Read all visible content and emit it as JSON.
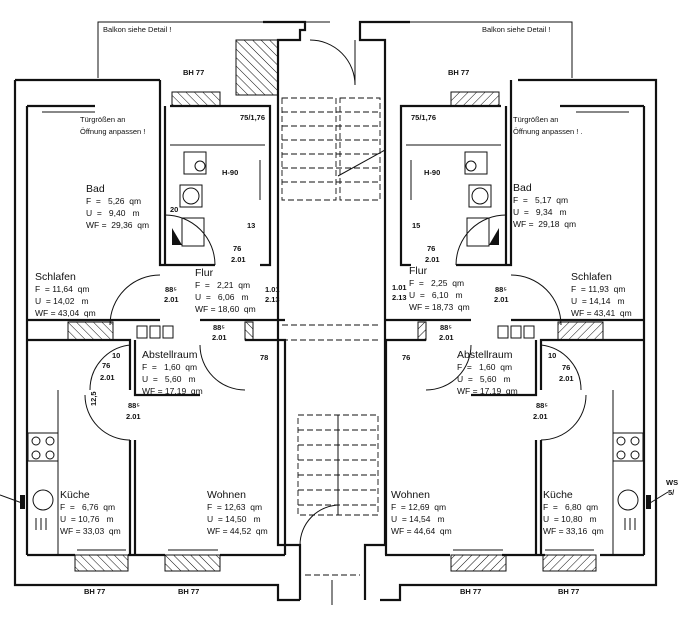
{
  "notes": {
    "balcony_left": "Balkon siehe Detail !",
    "balcony_right": "Balkon siehe Detail !",
    "door_note_left_1": "Türgrößen an",
    "door_note_left_2": "Öffnung anpassen !",
    "door_note_right_1": "Türgrößen an",
    "door_note_right_2": "Öffnung anpassen ! .",
    "ws": "WS",
    "ws_sub": "5/"
  },
  "parapets": {
    "top_left": "BH 77",
    "top_right": "BH 77",
    "bottom_1": "BH 77",
    "bottom_2": "BH 77",
    "bottom_3": "BH 77",
    "bottom_4": "BH 77"
  },
  "left_unit": {
    "bad": {
      "name": "Bad",
      "f": "F  =   5,26  qm",
      "u": "U  =   9,40   m",
      "wf": "WF =  29,36  qm"
    },
    "schlafen": {
      "name": "Schlafen",
      "f": "F  = 11,64  qm",
      "u": "U  = 14,02   m",
      "wf": "WF = 43,04  qm"
    },
    "flur": {
      "name": "Flur",
      "f": "F  =   2,21  qm",
      "u": "U  =   6,06   m",
      "wf": "WF = 18,60  qm"
    },
    "abstellraum": {
      "name": "Abstellraum",
      "f": "F  =   1,60  qm",
      "u": "U  =   5,60   m",
      "wf": "WF = 17,19  qm"
    },
    "kueche": {
      "name": "Küche",
      "f": "F  =   6,76  qm",
      "u": "U  = 10,76   m",
      "wf": "WF = 33,03  qm"
    },
    "wohnen": {
      "name": "Wohnen",
      "f": "F  = 12,63  qm",
      "u": "U  = 14,50   m",
      "wf": "WF = 44,52  qm"
    },
    "dims": {
      "window_bad": "75/1,76",
      "h90": "H-90",
      "d20": "20",
      "d13": "13",
      "door_bad_w": "76",
      "door_bad_h": "2.01",
      "door_schlafen_w": "88⁵",
      "door_schlafen_h": "2.01",
      "door_entry_w": "1.01",
      "door_entry_h": "2.13",
      "door_wohnen_w": "88⁵",
      "door_wohnen_h": "2.01",
      "d78": "78",
      "d10": "10",
      "door_abst_w": "76",
      "door_abst_h": "2.01",
      "d125": "12,5",
      "door_kueche_w": "88⁵",
      "door_kueche_h": "2.01"
    }
  },
  "right_unit": {
    "bad": {
      "name": "Bad",
      "f": "F  =   5,17  qm",
      "u": "U  =   9,34   m",
      "wf": "WF =  29,18  qm"
    },
    "schlafen": {
      "name": "Schlafen",
      "f": "F  = 11,93  qm",
      "u": "U  = 14,14   m",
      "wf": "WF = 43,41  qm"
    },
    "flur": {
      "name": "Flur",
      "f": "F  =   2,25  qm",
      "u": "U  =   6,10   m",
      "wf": "WF = 18,73  qm"
    },
    "abstellraum": {
      "name": "Abstellraum",
      "f": "F  =   1,60  qm",
      "u": "U  =   5,60   m",
      "wf": "WF = 17,19  qm"
    },
    "kueche": {
      "name": "Küche",
      "f": "F  =   6,80  qm",
      "u": "U  = 10,80   m",
      "wf": "WF = 33,16  qm"
    },
    "wohnen": {
      "name": "Wohnen",
      "f": "F  = 12,69  qm",
      "u": "U  = 14,54   m",
      "wf": "WF = 44,64  qm"
    },
    "dims": {
      "window_bad": "75/1,76",
      "h90": "H-90",
      "d15": "15",
      "door_bad_w": "76",
      "door_bad_h": "2.01",
      "door_schlafen_w": "88⁵",
      "door_schlafen_h": "2.01",
      "door_entry_w": "1.01",
      "door_entry_h": "2.13",
      "door_wohnen_w": "88⁵",
      "door_wohnen_h": "2.01",
      "d76": "76",
      "d10": "10",
      "door_abst_w": "76",
      "door_abst_h": "2.01",
      "door_kueche_w": "88⁵",
      "door_kueche_h": "2.01"
    }
  }
}
